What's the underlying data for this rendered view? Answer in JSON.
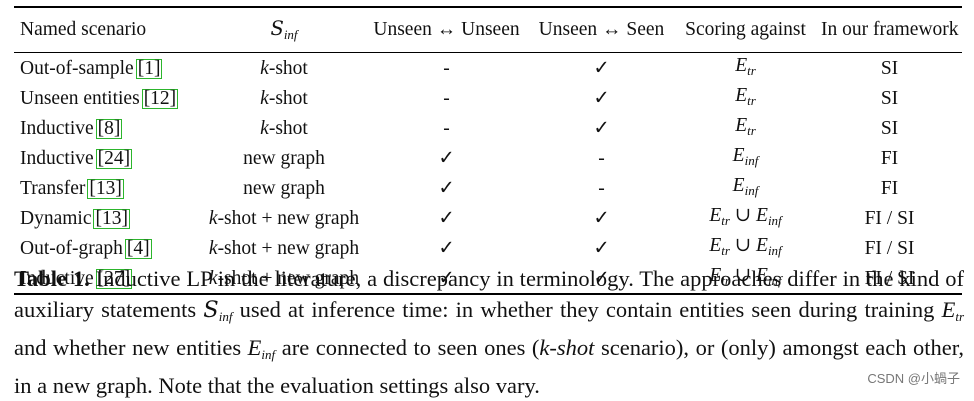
{
  "table": {
    "headers": [
      "Named scenario",
      "",
      "Unseen ↔ Unseen",
      "Unseen ↔ Seen",
      "Scoring against",
      "In our framework"
    ],
    "header_sinf": {
      "symbol": "S",
      "sub": "inf"
    },
    "rows": [
      {
        "name": "Out-of-sample",
        "ref": "[1]",
        "s_inf": "k-shot",
        "uu": "-",
        "us": "✓",
        "score": {
          "a": "E",
          "as": "tr"
        },
        "fw": "SI"
      },
      {
        "name": "Unseen entities",
        "ref": "[12]",
        "s_inf": "k-shot",
        "uu": "-",
        "us": "✓",
        "score": {
          "a": "E",
          "as": "tr"
        },
        "fw": "SI"
      },
      {
        "name": "Inductive",
        "ref": "[8]",
        "s_inf": "k-shot",
        "uu": "-",
        "us": "✓",
        "score": {
          "a": "E",
          "as": "tr"
        },
        "fw": "SI"
      },
      {
        "name": "Inductive",
        "ref": "[24]",
        "s_inf": "new graph",
        "uu": "✓",
        "us": "-",
        "score": {
          "a": "E",
          "as": "inf"
        },
        "fw": "FI"
      },
      {
        "name": "Transfer",
        "ref": "[13]",
        "s_inf": "new graph",
        "uu": "✓",
        "us": "-",
        "score": {
          "a": "E",
          "as": "inf"
        },
        "fw": "FI"
      },
      {
        "name": "Dynamic",
        "ref": "[13]",
        "s_inf": "k-shot + new graph",
        "uu": "✓",
        "us": "✓",
        "score": {
          "a": "E",
          "as": "tr",
          "op": "∪",
          "b": "E",
          "bs": "inf"
        },
        "fw": "FI / SI"
      },
      {
        "name": "Out-of-graph",
        "ref": "[4]",
        "s_inf": "k-shot + new graph",
        "uu": "✓",
        "us": "✓",
        "score": {
          "a": "E",
          "as": "tr",
          "op": "∪",
          "b": "E",
          "bs": "inf"
        },
        "fw": "FI / SI"
      },
      {
        "name": "Inductive",
        "ref": "[27]",
        "s_inf": "k-shot + new graph",
        "uu": "✓",
        "us": "✓",
        "score": {
          "a": "E",
          "as": "tr",
          "op": "∪",
          "b": "E",
          "bs": "inf"
        },
        "fw": "FI / SI"
      }
    ]
  },
  "caption": {
    "label": "Table 1.",
    "t1": "Inductive LP in the literature, a discrepancy in terminology. The approaches differ in the kind of auxiliary statements",
    "m1": "S",
    "m1s": "inf",
    "t2": "used at inference time: in whether they contain entities seen during training",
    "m2": "E",
    "m2s": "tr",
    "t3": "and whether new entities",
    "m3": "E",
    "m3s": "inf",
    "t4": "are connected to seen ones (",
    "t4i": "k-shot",
    "t5": "scenario), or (only) amongst each other, in a new graph. Note that the evaluation settings also vary."
  },
  "watermark": "CSDN @小蝸子"
}
